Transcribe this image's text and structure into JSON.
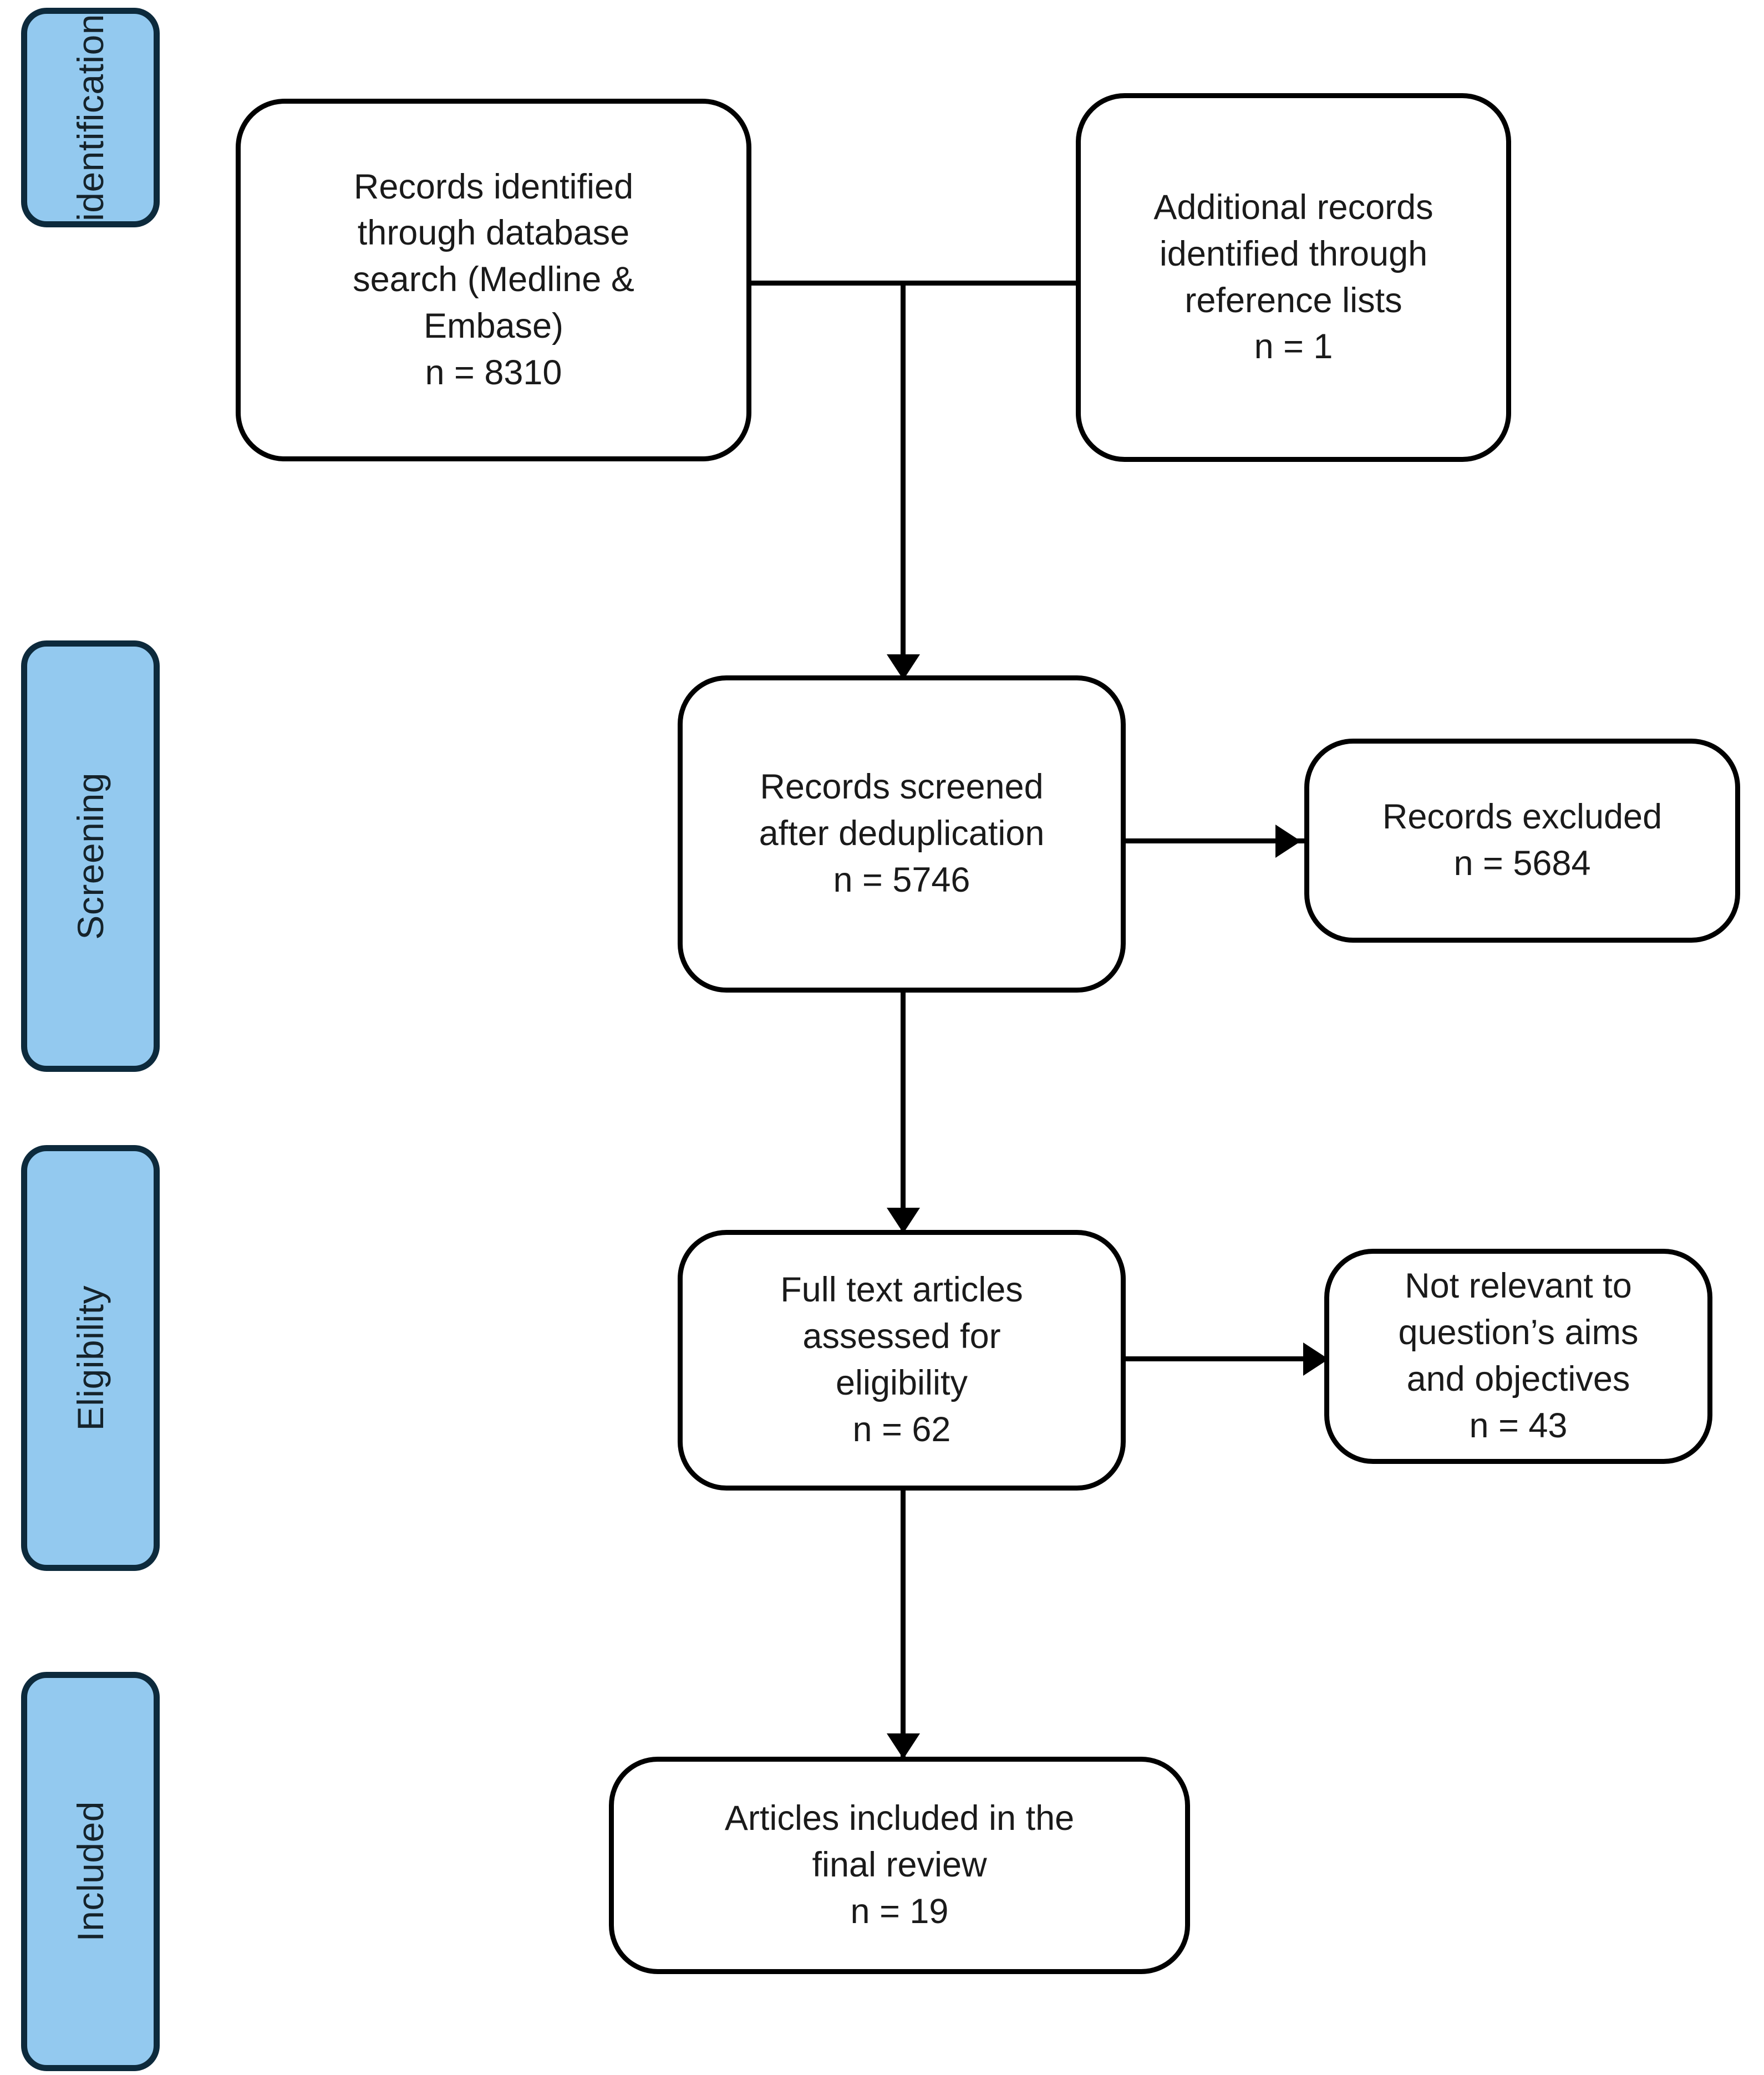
{
  "diagram": {
    "type": "prisma-flow-diagram",
    "accent_color": "#93c9ef",
    "accent_border_color": "#0d2a3c",
    "line_color": "#000000",
    "stages": [
      {
        "label": "identification"
      },
      {
        "label": "Screening"
      },
      {
        "label": "Eligibility"
      },
      {
        "label": "Included"
      }
    ],
    "nodes": [
      {
        "id": "records-identified-database",
        "text": "Records identified\nthrough database\nsearch (Medline &\nEmbase)\nn = 8310",
        "count": 8310
      },
      {
        "id": "additional-records-reference-lists",
        "text": "Additional records\nidentified through\nreference lists\nn = 1",
        "count": 1
      },
      {
        "id": "records-screened-after-deduplication",
        "text": "Records screened\nafter deduplication\nn = 5746",
        "count": 5746
      },
      {
        "id": "records-excluded",
        "text": "Records excluded\nn = 5684",
        "count": 5684
      },
      {
        "id": "full-text-articles-assessed",
        "text": "Full text articles\nassessed for\neligibility\nn = 62",
        "count": 62
      },
      {
        "id": "not-relevant-to-aims",
        "text": "Not relevant to\nquestion’s aims\nand objectives\nn = 43",
        "count": 43
      },
      {
        "id": "articles-included-final-review",
        "text": "Articles included in the\nfinal review\nn = 19",
        "count": 19
      }
    ]
  }
}
